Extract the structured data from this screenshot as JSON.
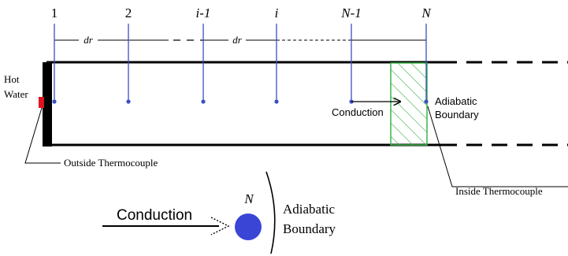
{
  "nodes": [
    {
      "label": "1",
      "italic": false
    },
    {
      "label": "2",
      "italic": false
    },
    {
      "label": "i-1",
      "italic": true
    },
    {
      "label": "i",
      "italic": true
    },
    {
      "label": "N-1",
      "italic": true
    },
    {
      "label": "N",
      "italic": true
    }
  ],
  "spacing_label": "dr",
  "hot_water_label_line1": "Hot",
  "hot_water_label_line2": "Water",
  "conduction_label": "Conduction",
  "adiabatic_label_line1": "Adiabatic",
  "adiabatic_label_line2": "Boundary",
  "outside_thermocouple_label": "Outside Thermocouple",
  "inside_thermocouple_label": "Inside Thermocouple",
  "inset": {
    "node_label": "N",
    "conduction_label": "Conduction",
    "adiabatic_label_line1": "Adiabatic",
    "adiabatic_label_line2": "Boundary"
  },
  "colors": {
    "node_line": "#3b4fc4",
    "node_dot": "#3b4fc4",
    "wall": "#000000",
    "thermocouple": "#e0141e",
    "hatch": "#3cb44b",
    "inset_dot": "#3a45d6"
  }
}
